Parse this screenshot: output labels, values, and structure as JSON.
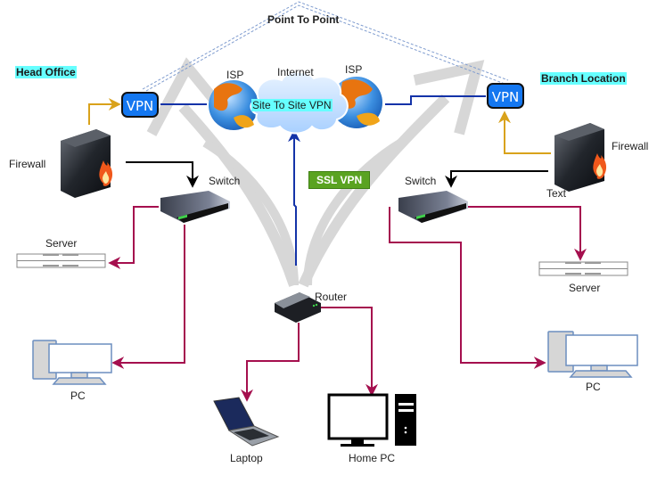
{
  "diagram": {
    "title_line_label": "Point To Point",
    "sites": {
      "head_office": {
        "label": "Head Office",
        "vpn_label": "VPN",
        "firewall_label": "Firewall",
        "switch_label": "Switch",
        "server_label": "Server",
        "pc_label": "PC"
      },
      "branch": {
        "label": "Branch Location",
        "vpn_label": "VPN",
        "firewall_label": "Firewall",
        "firewall_sublabel": "Text",
        "switch_label": "Switch",
        "server_label": "Server",
        "pc_label": "PC"
      }
    },
    "internet": {
      "cloud_label": "Internet",
      "cloud_inner_label": "Site To Site VPN",
      "isp_left_label": "ISP",
      "isp_right_label": "ISP"
    },
    "remote": {
      "ssl_label": "SSL VPN",
      "router_label": "Router",
      "laptop_label": "Laptop",
      "home_pc_label": "Home PC"
    },
    "colors": {
      "lan_link": "#a50f4e",
      "wan_link": "#1433a8",
      "firewall_link": "#d9a21b",
      "switch_link": "#000000",
      "vpn_fill": "#1477f0",
      "highlight": "#66ffff",
      "ssl_badge": "#5aa321",
      "ptp_dashes": "#7f9ccf"
    }
  }
}
